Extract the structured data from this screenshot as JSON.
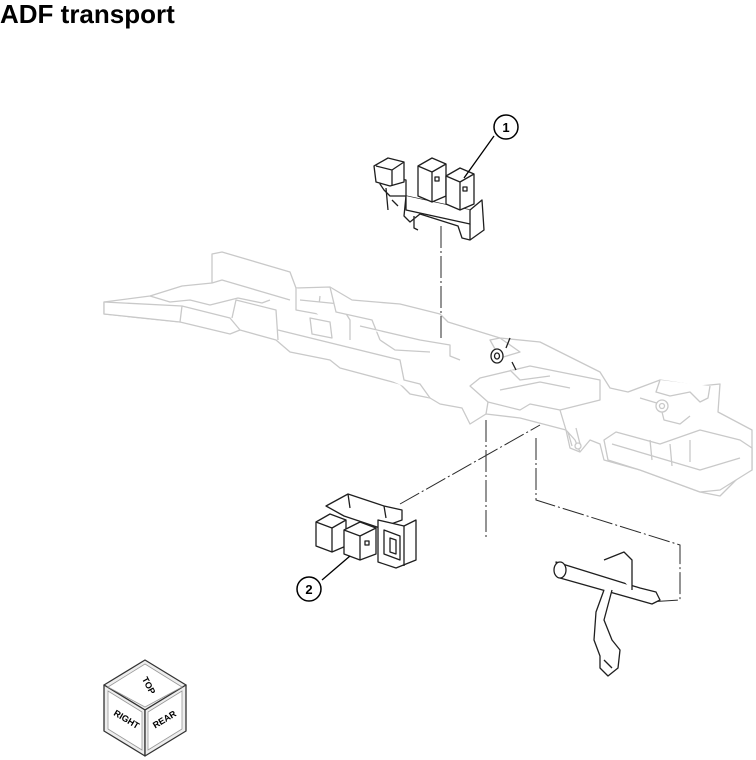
{
  "title": "ADF transport",
  "callouts": [
    {
      "label": "1"
    },
    {
      "label": "2"
    }
  ],
  "orientation_cube": {
    "top": "TOP",
    "right": "RIGHT",
    "rear": "REAR"
  }
}
